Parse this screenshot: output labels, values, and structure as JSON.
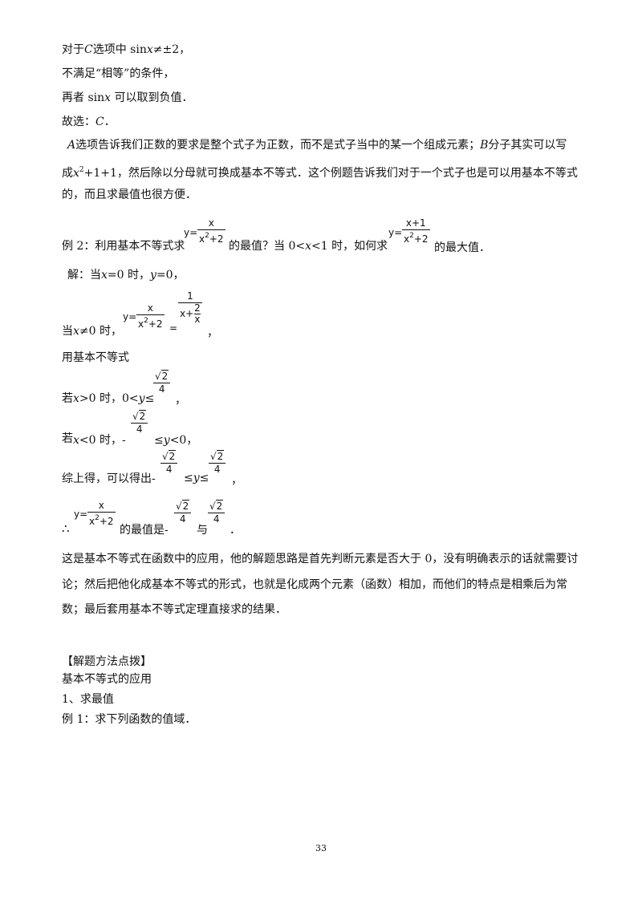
{
  "lines": {
    "l1_a": "对于",
    "l1_b": "C",
    "l1_c": "选项中 sin",
    "l1_d": "x",
    "l1_e": "≠±2，",
    "l2": "不满足“相等”的条件，",
    "l3_a": "再者 sin",
    "l3_b": "x",
    "l3_c": " 可以取到负值．",
    "l4_a": "故选：",
    "l4_b": "C",
    "l4_c": "．",
    "p1_a": "A",
    "p1_b": "选项告诉我们正数的要求是整个式子为正数，而不是式子当中的某一个组成元素；",
    "p1_c": "B",
    "p1_d": "分子其实可以写",
    "p2_a": "成",
    "p2_b": "x",
    "p2_c": "2",
    "p2_d": "+1+1，然后除以分母就可换成基本不等式．这个例题告诉我们对于一个式子也是可以用基本不等式",
    "p3": "的，而且求最值也很方便．",
    "ex2_a": "例 2：利用基本不等式求",
    "ex2_b": "的最值？当 0<",
    "ex2_c": "x",
    "ex2_d": "<1 时，如何求",
    "ex2_e": "的最大值．",
    "sol_a": "解：当",
    "sol_b": "x",
    "sol_c": "=0 时，",
    "sol_d": "y",
    "sol_e": "=0，",
    "ne_a": "当",
    "ne_b": "x",
    "ne_c": "≠0 时，",
    "ne_eq": "=",
    "ne_comma": "，",
    "use": "用基本不等式",
    "g_a": "若",
    "g_b": "x",
    "g_c": ">0 时，0<",
    "g_d": "y",
    "g_e": "≤",
    "g_f": "，",
    "l_a": "若",
    "l_b": "x",
    "l_c": "<0 时，-",
    "l_d": "≤",
    "l_e": "y",
    "l_f": "<0，",
    "s_a": "综上得，可以得出-",
    "s_b": "≤",
    "s_c": "y",
    "s_d": "≤",
    "s_e": "，",
    "t_a": "∴",
    "t_b": "的最值是-",
    "t_c": "与",
    "t_d": "．",
    "c1": "这是基本不等式在函数中的应用，他的解题思路是首先判断元素是否大于 0，没有明确表示的话就需要讨",
    "c2": "论；然后把他化成基本不等式的形式，也就是化成两个元素（函数）相加，而他们的特点是相乘后为常",
    "c3": "数；最后套用基本不等式定理直接求的结果．",
    "h1": "【解题方法点拨】",
    "h2": "基本不等式的应用",
    "h3": "1、求最值",
    "h4": "例 1：求下列函数的值域．"
  },
  "math": {
    "y_eq": "y=",
    "frac1_num": "x",
    "frac1_den_a": "x",
    "frac1_den_sup": "2",
    "frac1_den_b": "+2",
    "frac2_num": "x+1",
    "frac2_den_a": "x",
    "frac2_den_sup": "2",
    "frac2_den_b": "+2",
    "frac3_num": "1",
    "frac3_den_a": "x+",
    "inner_num": "2",
    "inner_den": "x",
    "sqrt_arg": "2",
    "four": "4",
    "sqrt_sym": "√"
  },
  "page_number": "33"
}
